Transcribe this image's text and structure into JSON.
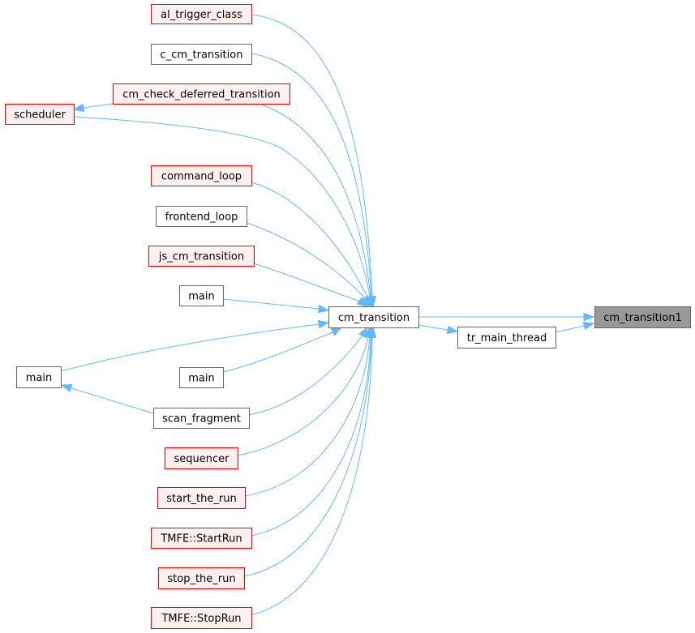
{
  "colors": {
    "edge": "#63b8ff",
    "normal_fill": "#ffffff",
    "normal_border": "#666666",
    "highlight_fill": "#fff0f0",
    "highlight_border": "#ff0000",
    "target_fill": "#999999",
    "target_border": "#666666"
  },
  "nodes": [
    {
      "id": "al_trigger_class",
      "label": "al_trigger_class",
      "style": "highlight"
    },
    {
      "id": "c_cm_transition",
      "label": "c_cm_transition",
      "style": "normal"
    },
    {
      "id": "cm_check_deferred_transition",
      "label": "cm_check_deferred_transition",
      "style": "highlight"
    },
    {
      "id": "scheduler",
      "label": "scheduler",
      "style": "highlight"
    },
    {
      "id": "command_loop",
      "label": "command_loop",
      "style": "highlight"
    },
    {
      "id": "frontend_loop",
      "label": "frontend_loop",
      "style": "normal"
    },
    {
      "id": "js_cm_transition",
      "label": "js_cm_transition",
      "style": "highlight"
    },
    {
      "id": "main_a",
      "label": "main",
      "style": "normal"
    },
    {
      "id": "cm_transition",
      "label": "cm_transition",
      "style": "normal"
    },
    {
      "id": "cm_transition1",
      "label": "cm_transition1",
      "style": "target"
    },
    {
      "id": "tr_main_thread",
      "label": "tr_main_thread",
      "style": "normal"
    },
    {
      "id": "main_left",
      "label": "main",
      "style": "normal"
    },
    {
      "id": "main_b",
      "label": "main",
      "style": "normal"
    },
    {
      "id": "scan_fragment",
      "label": "scan_fragment",
      "style": "normal"
    },
    {
      "id": "sequencer",
      "label": "sequencer",
      "style": "highlight"
    },
    {
      "id": "start_the_run",
      "label": "start_the_run",
      "style": "highlight"
    },
    {
      "id": "tmfe_startrun",
      "label": "TMFE::StartRun",
      "style": "highlight"
    },
    {
      "id": "stop_the_run",
      "label": "stop_the_run",
      "style": "highlight"
    },
    {
      "id": "tmfe_stoprun",
      "label": "TMFE::StopRun",
      "style": "highlight"
    }
  ],
  "edges": [
    {
      "from": "cm_transition",
      "to": "cm_transition1"
    },
    {
      "from": "tr_main_thread",
      "to": "cm_transition1"
    },
    {
      "from": "cm_transition",
      "to": "tr_main_thread"
    },
    {
      "from": "al_trigger_class",
      "to": "cm_transition"
    },
    {
      "from": "c_cm_transition",
      "to": "cm_transition"
    },
    {
      "from": "cm_check_deferred_transition",
      "to": "cm_transition"
    },
    {
      "from": "scheduler",
      "to": "cm_transition"
    },
    {
      "from": "command_loop",
      "to": "cm_transition"
    },
    {
      "from": "frontend_loop",
      "to": "cm_transition"
    },
    {
      "from": "js_cm_transition",
      "to": "cm_transition"
    },
    {
      "from": "main_a",
      "to": "cm_transition"
    },
    {
      "from": "main_left",
      "to": "cm_transition"
    },
    {
      "from": "main_b",
      "to": "cm_transition"
    },
    {
      "from": "scan_fragment",
      "to": "cm_transition"
    },
    {
      "from": "sequencer",
      "to": "cm_transition"
    },
    {
      "from": "start_the_run",
      "to": "cm_transition"
    },
    {
      "from": "tmfe_startrun",
      "to": "cm_transition"
    },
    {
      "from": "stop_the_run",
      "to": "cm_transition"
    },
    {
      "from": "tmfe_stoprun",
      "to": "cm_transition"
    },
    {
      "from": "cm_check_deferred_transition",
      "to": "scheduler"
    },
    {
      "from": "scan_fragment",
      "to": "main_left"
    }
  ]
}
